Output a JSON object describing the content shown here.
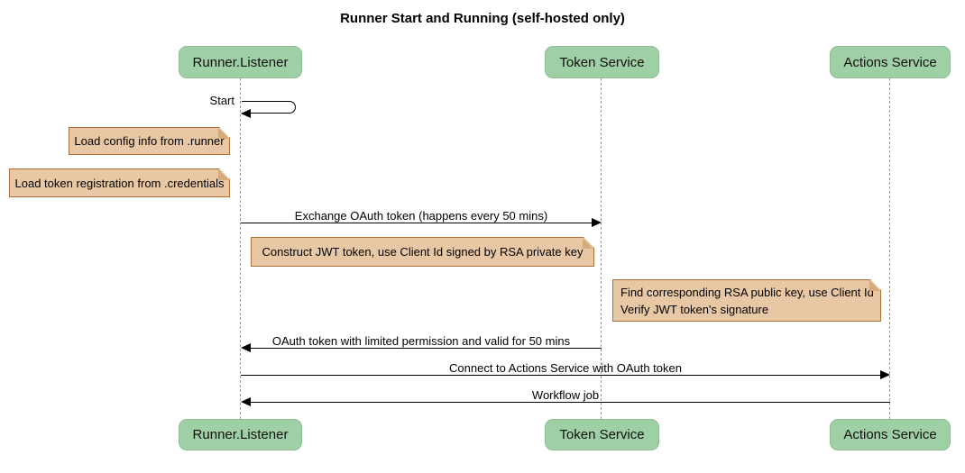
{
  "title": "Runner Start and Running (self-hosted only)",
  "participants": [
    {
      "id": "runner-listener",
      "label": "Runner.Listener"
    },
    {
      "id": "token-service",
      "label": "Token Service"
    },
    {
      "id": "actions-service",
      "label": "Actions Service"
    }
  ],
  "messages": {
    "start": {
      "label": "Start",
      "from": "runner-listener",
      "to": "runner-listener"
    },
    "exchange": {
      "label": "Exchange OAuth token (happens every 50 mins)",
      "from": "runner-listener",
      "to": "token-service"
    },
    "oauth_return": {
      "label": "OAuth token with limited permission and valid for 50 mins",
      "from": "token-service",
      "to": "runner-listener"
    },
    "connect": {
      "label": "Connect to Actions Service with OAuth token",
      "from": "runner-listener",
      "to": "actions-service"
    },
    "workflow": {
      "label": "Workflow job",
      "from": "actions-service",
      "to": "runner-listener"
    }
  },
  "notes": {
    "load_config": {
      "text": "Load config info from .runner"
    },
    "load_token": {
      "text": "Load token registration from .credentials"
    },
    "construct_jwt": {
      "text": "Construct JWT token, use Client Id signed by RSA private key"
    },
    "verify_jwt": {
      "line1": "Find corresponding RSA public key, use Client Id",
      "line2": "Verify JWT token's signature"
    }
  },
  "colors": {
    "actor_fill": "#9fcfa5",
    "actor_border": "#8ebd94",
    "note_fill": "#e8c8a4",
    "note_border": "#aa7239",
    "lifeline": "#9b9b9b",
    "arrow": "#000000",
    "background": "#ffffff"
  }
}
